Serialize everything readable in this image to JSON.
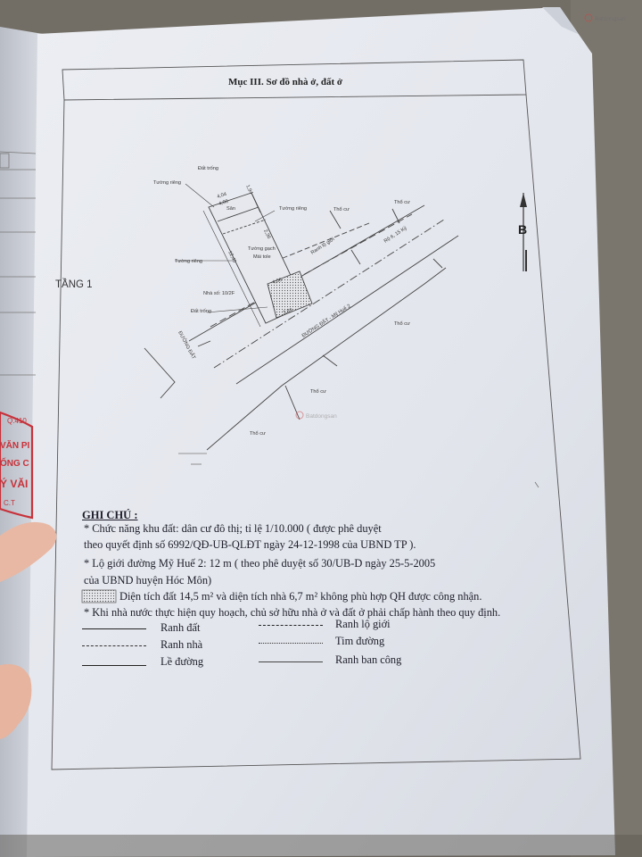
{
  "section_title": "Mục III. Sơ đồ nhà ở, đất ở",
  "floor_label": "TẦNG 1",
  "north_label": "B",
  "watermark": "Batdongsan",
  "diagram": {
    "dat_trong_top": "Đất trống",
    "tuong_rieng_1": "Tường riêng",
    "tuong_rieng_2": "Tường riêng",
    "tuong_rieng_3": "Tường riêng",
    "tuong_gach": "Tường gạch",
    "moi_tole": "Mái tole",
    "sen": "Sân",
    "nha_so": "Nhà số: 10/2F",
    "dat_trong_left": "Đất trống",
    "duong_dat_left": "ĐƯỜNG ĐẤT",
    "duong_dat_main": "ĐƯỜNG ĐẤT - Mỹ Huế 2",
    "ranh_lo_gioi": "Ranh lộ giới",
    "ro_6": "Rộ 6, 15 Kỳ",
    "tho_cu_1": "Thổ cư",
    "tho_cu_2": "Thổ cư",
    "tho_cu_3": "Thổ cư",
    "tho_cu_4": "Thổ cư",
    "tho_cu_5": "Thổ cư",
    "dim_top1": "4,04",
    "dim_top2": "4,00",
    "dim_right1": "2,36",
    "dim_right2": "1,94",
    "dim_left1": "12,40",
    "dim_bot1": "4,06",
    "dim_bot2": "3,89"
  },
  "notes": {
    "heading": "GHI CHÚ :",
    "line1": "* Chức năng khu đất: dân cư đô thị; tỉ lệ 1/10.000 ( được phê duyệt",
    "line2": "theo quyết định số 6992/QĐ-UB-QLĐT ngày 24-12-1998 của UBND TP ).",
    "line3": "* Lộ giới đường Mỹ Huế 2: 12 m ( theo phê duyệt số 30/UB-D ngày 25-5-2005",
    "line4": "của UBND huyện Hóc Môn)",
    "line5": "Diện tích đất 14,5 m² và diện tích nhà 6,7 m² không phù hợp QH được công nhận.",
    "line6": "* Khi nhà nước thực hiện quy hoạch, chủ sở hữu nhà ở và đất ở phải chấp hành theo quy định."
  },
  "legend": [
    {
      "label": "Ranh đất",
      "style": "solid"
    },
    {
      "label": "Ranh lộ giới",
      "style": "dashed"
    },
    {
      "label": "Ranh nhà",
      "style": "dashed-fine"
    },
    {
      "label": "Tim đường",
      "style": "dash-dot"
    },
    {
      "label": "Lề đường",
      "style": "solid-thick"
    },
    {
      "label": "Ranh ban công",
      "style": "thin"
    }
  ],
  "stamp_text": {
    "a": "Q.410",
    "b": "VĂN PI",
    "c": "ỐNG C",
    "d": "Ý VĂI",
    "e": "C.T"
  },
  "colors": {
    "paper": "#e6e8ee",
    "paper_shadow": "#c9ccd4",
    "ink": "#1e1e2a",
    "stamp": "#c8313a",
    "background": "#6e6a63"
  }
}
